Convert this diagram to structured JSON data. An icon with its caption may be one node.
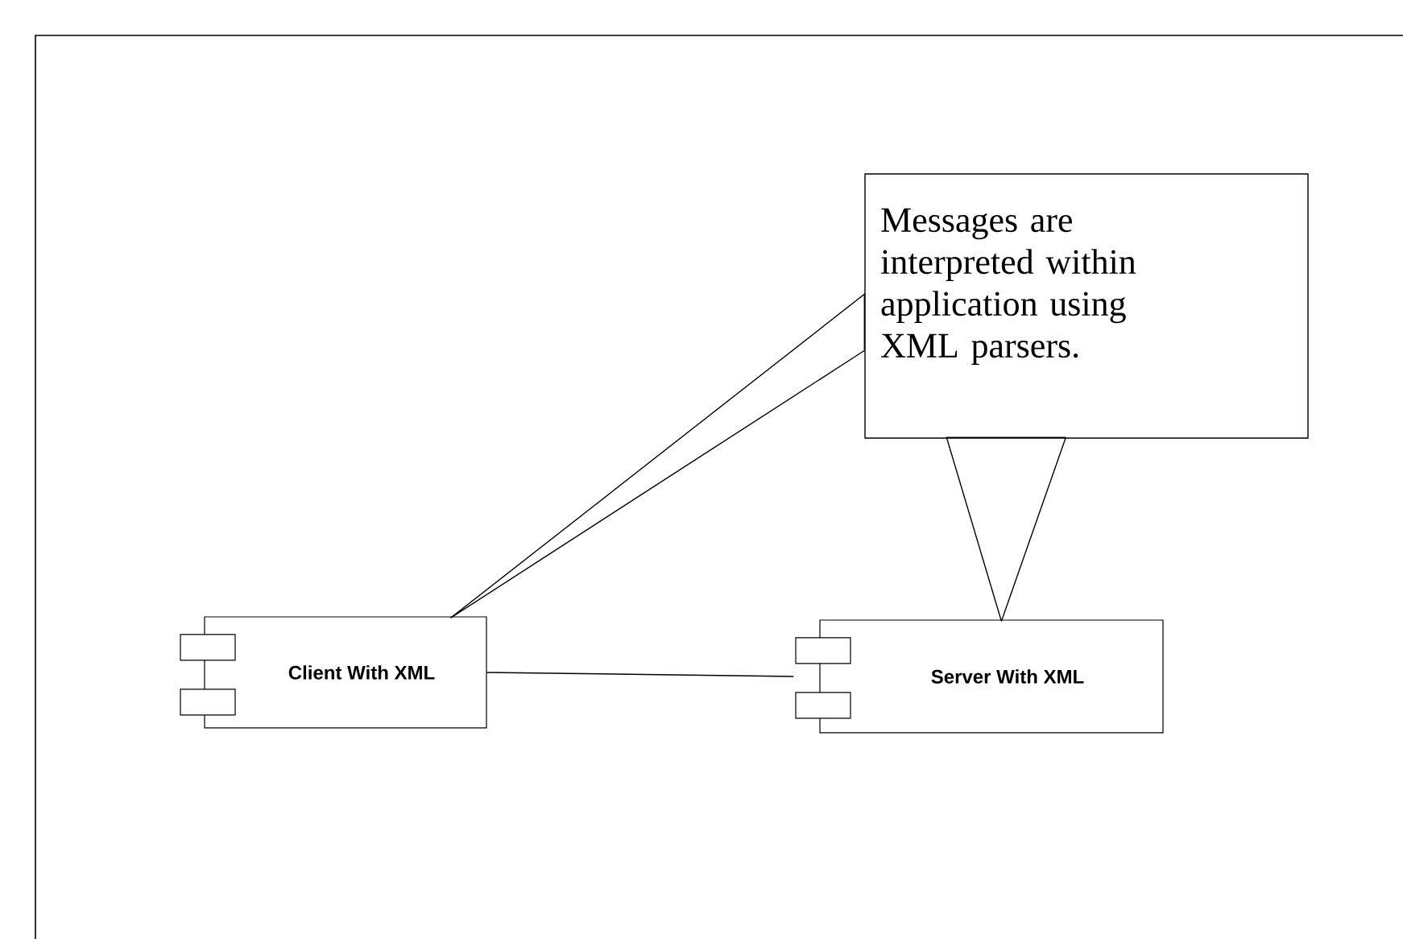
{
  "diagram": {
    "nodes": [
      {
        "text": [
          "Messages are interpreted within application using XML parsers."
        ]
      },
      {
        "text": [
          "Client With XML"
        ]
      },
      {
        "text": [
          "Server With XML"
        ]
      }
    ],
    "edges": [
      {
        "from": 0,
        "to": 1,
        "arrow": "none"
      },
      {
        "from": 0,
        "to": 2,
        "arrow": "none"
      },
      {
        "from": 1,
        "to": 2,
        "arrow": "none"
      }
    ]
  }
}
